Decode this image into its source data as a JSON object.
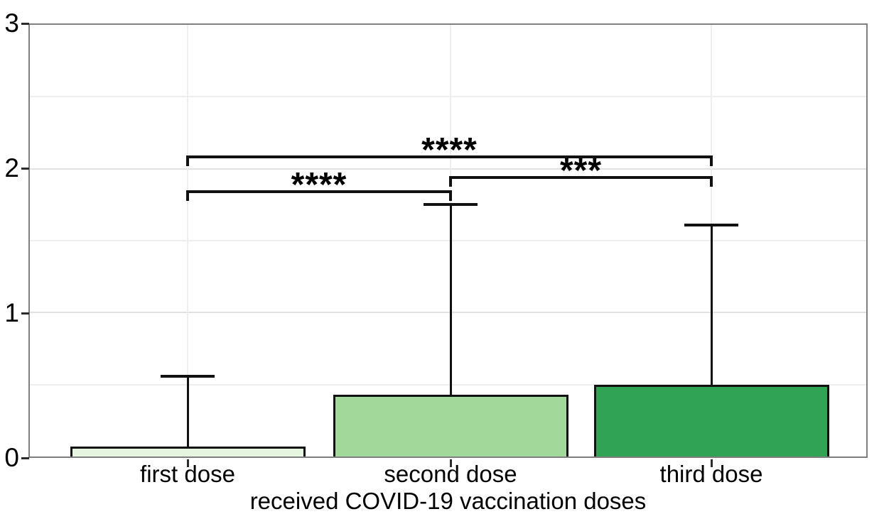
{
  "chart_data": {
    "type": "bar",
    "title": "",
    "categories": [
      "first dose",
      "second dose",
      "third dose"
    ],
    "values": [
      0.07,
      0.43,
      0.5
    ],
    "error_upper": [
      0.56,
      1.75,
      1.61
    ],
    "bar_colors": [
      "#e5f5e0",
      "#a1d99b",
      "#31a354"
    ],
    "bar_edge_color": "#111111",
    "xlabel": "received COVID-19 vaccination doses",
    "ylabel": "",
    "ylim": [
      0,
      3
    ],
    "y_ticks": [
      0,
      1,
      2,
      3
    ],
    "grid_step": 0.5,
    "grid": true,
    "legend": "none",
    "significance": [
      {
        "group1": "first dose",
        "group2": "second dose",
        "label": "****",
        "height": 1.85
      },
      {
        "group1": "first dose",
        "group2": "third dose",
        "label": "****",
        "height": 2.09
      },
      {
        "group1": "second dose",
        "group2": "third dose",
        "label": "***",
        "height": 1.95
      }
    ]
  },
  "colors": {
    "panel_border": "#7f7f7f",
    "grid_major": "#e2e2e2",
    "grid_minor": "#eeeeee",
    "tick": "#2b2b2b",
    "text": "#000000"
  }
}
